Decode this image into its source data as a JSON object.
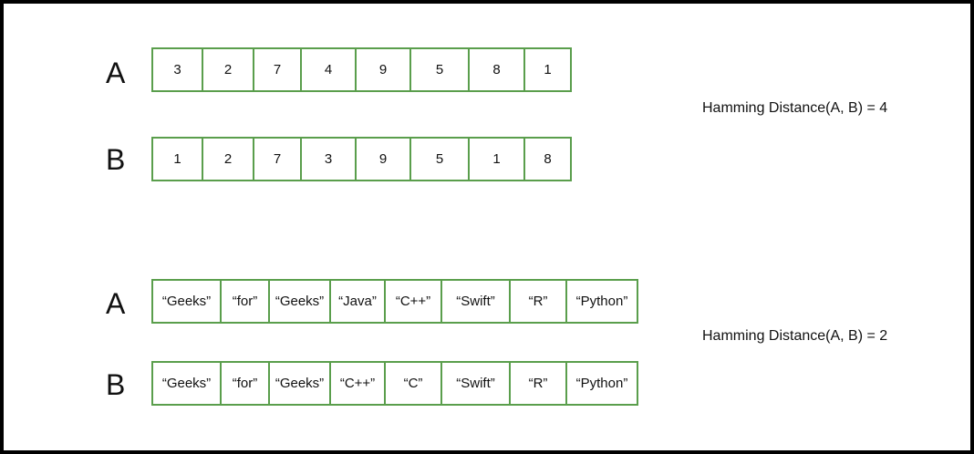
{
  "colors": {
    "cell_border": "#5a9e4c",
    "frame": "#000000",
    "text": "#111111"
  },
  "examples": [
    {
      "rows": [
        {
          "label": "A",
          "cells": [
            "3",
            "2",
            "7",
            "4",
            "9",
            "5",
            "8",
            "1"
          ]
        },
        {
          "label": "B",
          "cells": [
            "1",
            "2",
            "7",
            "3",
            "9",
            "5",
            "1",
            "8"
          ]
        }
      ],
      "result": "Hamming Distance(A, B) = 4"
    },
    {
      "rows": [
        {
          "label": "A",
          "cells": [
            "“Geeks”",
            "“for”",
            "“Geeks”",
            "“Java”",
            "“C++”",
            "“Swift”",
            "“R”",
            "“Python”"
          ]
        },
        {
          "label": "B",
          "cells": [
            "“Geeks”",
            "“for”",
            "“Geeks”",
            "“C++”",
            "“C”",
            "“Swift”",
            "“R”",
            "“Python”"
          ]
        }
      ],
      "result": "Hamming Distance(A, B) = 2"
    }
  ]
}
